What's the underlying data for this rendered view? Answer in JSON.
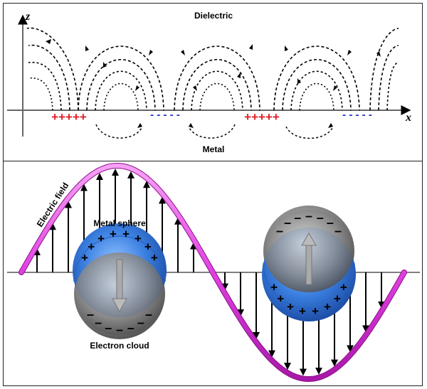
{
  "top_panel": {
    "dielectric_label": "Dielectric",
    "metal_label": "Metal",
    "z_axis_label": "z",
    "x_axis_label": "x",
    "surface_charges": [
      {
        "sign": "+",
        "text": "+++++",
        "color": "#e0202a"
      },
      {
        "sign": "-",
        "text": "- - - - -",
        "color": "#2030c0"
      },
      {
        "sign": "+",
        "text": "+++++",
        "color": "#e0202a"
      },
      {
        "sign": "-",
        "text": "- - - - -",
        "color": "#2030c0"
      }
    ]
  },
  "bottom_panel": {
    "electric_field_label": "Electric field",
    "metal_sphere_label": "Metal sphere",
    "electron_cloud_label": "Electron cloud",
    "wave_color": "#e040e0",
    "sphere_color": "#3a7fe0",
    "cloud_color": "#8a8a8a",
    "plus_symbol": "+",
    "minus_symbol": "–"
  }
}
